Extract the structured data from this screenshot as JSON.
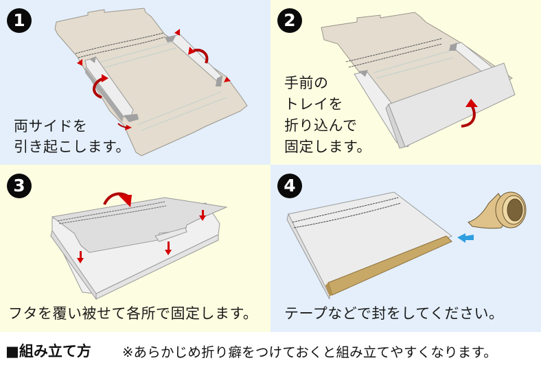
{
  "steps": [
    {
      "number": "1",
      "caption": "両サイドを\n引き起こします。",
      "background": "#e4effb"
    },
    {
      "number": "2",
      "caption": "手前の\nトレイを\n折り込んで\n固定します。",
      "background": "#fdfde1"
    },
    {
      "number": "3",
      "caption": "フタを覆い被せて各所で固定します。",
      "background": "#fdfde1"
    },
    {
      "number": "4",
      "caption": "テープなどで封をしてください。",
      "background": "#e4effb"
    }
  ],
  "footer": {
    "title": "■組み立て方",
    "note": "※あらかじめ折り癖をつけておくと組み立てやすくなります。"
  },
  "colors": {
    "arrow_red": "#d40000",
    "arrow_blue": "#2f9ee0",
    "cardboard_inner": "#e3dccf",
    "box_white": "#ececec",
    "tape": "#d9bd86"
  },
  "icons": {
    "step_badge": "black-circle-number",
    "fold_arrow": "curved-red-arrow",
    "press_arrow": "down-red-arrow",
    "tape_arrow": "left-blue-arrow",
    "tape_roll": "tape-roll-icon"
  }
}
